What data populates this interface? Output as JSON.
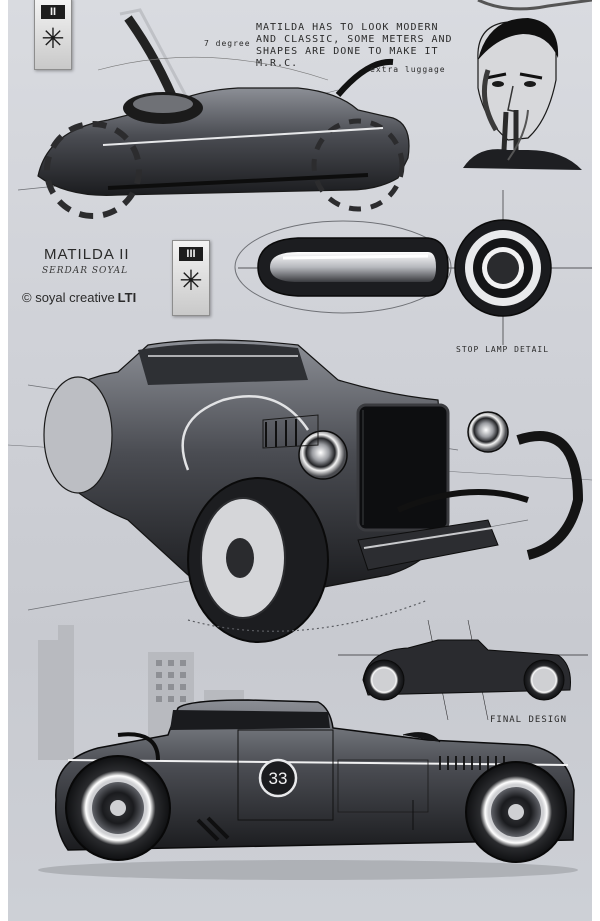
{
  "sheet": {
    "project_title": "MATILDA II",
    "signature": "SERDAR SOYAL",
    "copyright": "© soyal creative",
    "copyright_mark": "LTI"
  },
  "cards": [
    {
      "roman": "II",
      "symbol": "✳"
    },
    {
      "roman": "III",
      "symbol": "✳"
    }
  ],
  "notes": {
    "design_note": "MATILDA HAS TO LOOK MODERN AND CLASSIC, SOME METERS AND SHAPES ARE DONE TO MAKE IT M.R.C.",
    "hood_note": "7 degree",
    "trunk_note": "extra luggage",
    "lamp_note": "STOP LAMP DETAIL",
    "final_note": "FINAL DESIGN"
  },
  "race_number": "33"
}
